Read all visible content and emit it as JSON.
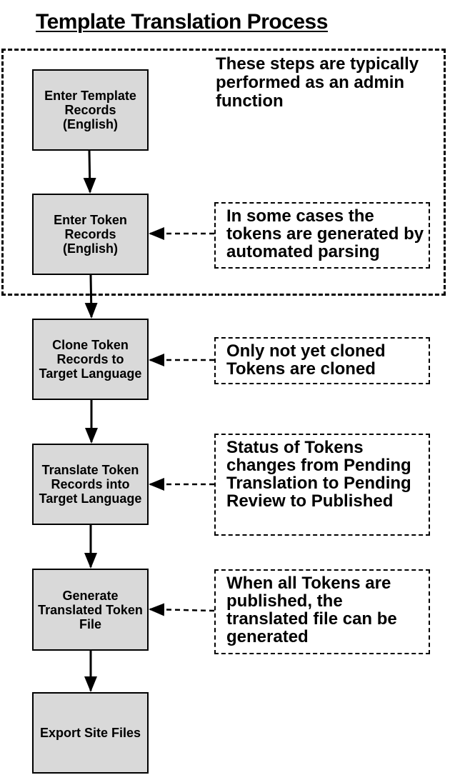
{
  "title": "Template Translation Process",
  "admin_region": {
    "note": "These steps are typically performed as an admin function"
  },
  "steps": [
    {
      "label": "Enter Template Records (English)"
    },
    {
      "label": "Enter Token Records (English)"
    },
    {
      "label": "Clone Token Records to Target Language"
    },
    {
      "label": "Translate Token Records into Target Language"
    },
    {
      "label": "Generate Translated Token File"
    },
    {
      "label": "Export Site Files"
    }
  ],
  "notes": [
    {
      "text": "In some cases the tokens are generated by automated parsing"
    },
    {
      "text": "Only not yet cloned Tokens are cloned"
    },
    {
      "text": "Status of Tokens changes from Pending Translation to Pending Review to Published"
    },
    {
      "text": "When all Tokens are published, the translated file can be generated"
    }
  ]
}
